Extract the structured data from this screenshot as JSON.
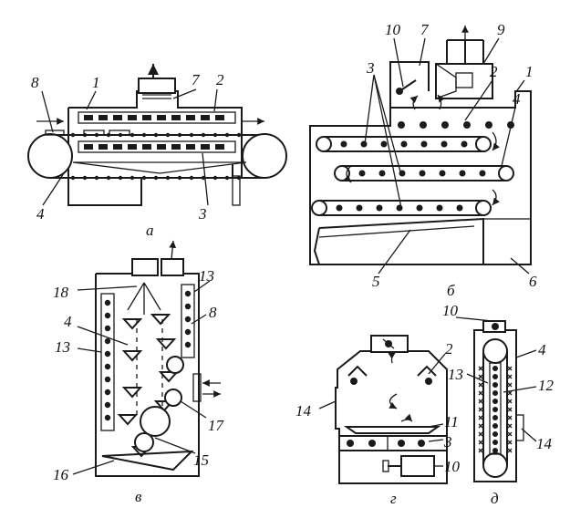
{
  "panels": [
    {
      "id": "a",
      "caption": "а",
      "labels": [
        "8",
        "1",
        "7",
        "2",
        "4",
        "3"
      ]
    },
    {
      "id": "b",
      "caption": "б",
      "labels": [
        "10",
        "7",
        "9",
        "3",
        "2",
        "1",
        "4",
        "5",
        "6"
      ]
    },
    {
      "id": "v",
      "caption": "в",
      "labels": [
        "13",
        "18",
        "4",
        "8",
        "13",
        "17",
        "15",
        "16"
      ]
    },
    {
      "id": "g",
      "caption": "г",
      "labels": [
        "10",
        "2",
        "14",
        "11",
        "3",
        "10"
      ]
    },
    {
      "id": "d",
      "caption": "д",
      "labels": [
        "4",
        "13",
        "12",
        "14"
      ]
    }
  ],
  "colors": {
    "ink": "#1a1a1a",
    "paper": "#ffffff"
  }
}
